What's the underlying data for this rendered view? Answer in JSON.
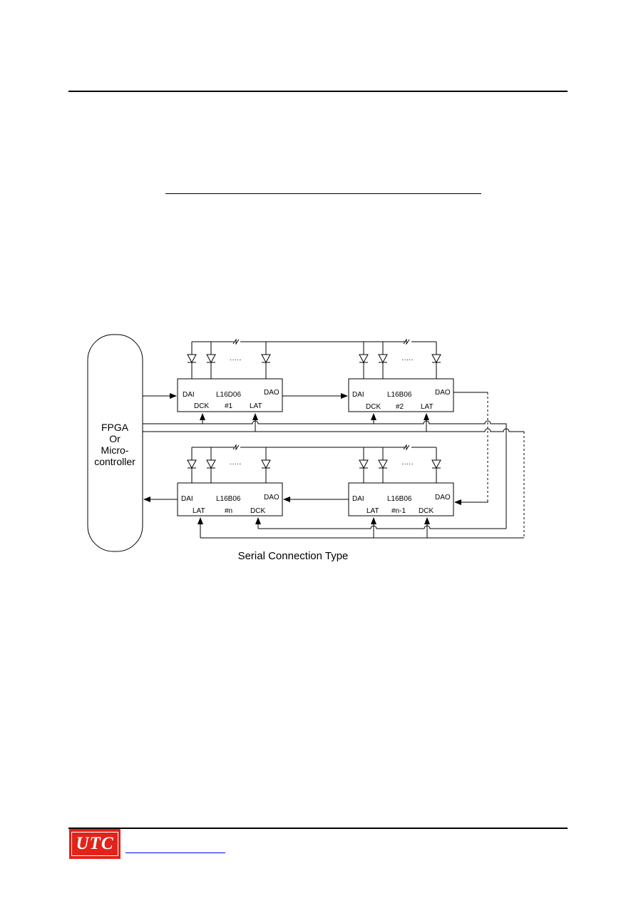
{
  "diagram": {
    "caption": "Serial Connection Type",
    "controller": {
      "line1": "FPGA",
      "line2": "Or",
      "line3": "Micro-",
      "line4": "controller"
    },
    "chip1": {
      "dai": "DAI",
      "part": "L16D06",
      "dao": "DAO",
      "dck": "DCK",
      "index": "#1",
      "lat": "LAT"
    },
    "chip2": {
      "dai": "DAI",
      "part": "L16B06",
      "dao": "DAO",
      "dck": "DCK",
      "index": "#2",
      "lat": "LAT"
    },
    "chip3": {
      "dai": "DAI",
      "part": "L16B06",
      "dao": "DAO",
      "lat": "LAT",
      "index": "#n",
      "dck": "DCK"
    },
    "chip4": {
      "dai": "DAI",
      "part": "L16B06",
      "dao": "DAO",
      "lat": "LAT",
      "index": "#n-1",
      "dck": "DCK"
    },
    "ellipsis": "·····"
  },
  "logo": {
    "text": "UTC",
    "color": "#e2231a"
  }
}
